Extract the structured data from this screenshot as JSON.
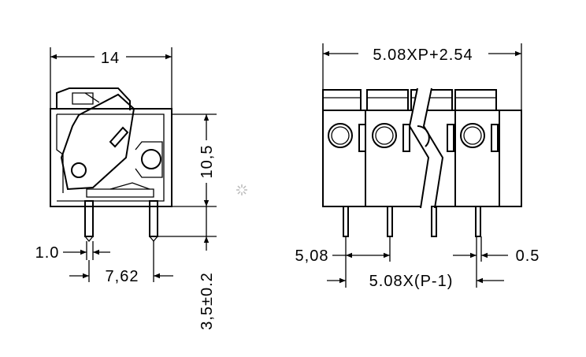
{
  "side_view": {
    "width_label": "14",
    "height_label": "10,5",
    "pin_width_label": "1.0",
    "pin_spacing_label": "7,62",
    "pin_length_label": "3,5±0.2"
  },
  "front_view": {
    "total_width_label": "5.08XP+2.54",
    "pitch_label": "5,08",
    "pin_thickness_label": "0.5",
    "span_label": "5.08X(P-1)"
  }
}
